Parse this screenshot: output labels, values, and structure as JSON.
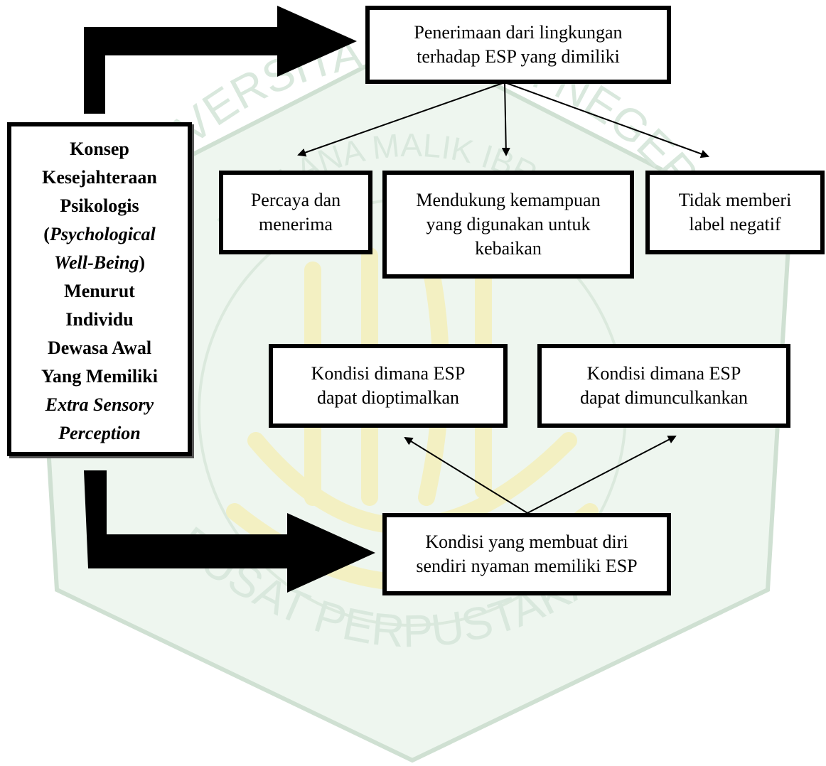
{
  "watermark": {
    "arc_top": "UNIVERSITAS ISLAM NEGERI",
    "arc_inner": "MAULANA MALIK IBRAHIM",
    "bottom": "PUSAT PERPUSTAKAAN",
    "colors": {
      "text": "#d9e8dd",
      "emblem": "#f3f0c2",
      "badge": "#eef6ef"
    }
  },
  "diagram": {
    "concept": {
      "line1": "Konsep",
      "line2": "Kesejahteraan",
      "line3": "Psikologis",
      "line4_open": "(",
      "line4_italic": "Psychological",
      "line5_italic": "Well-Being",
      "line5_close": ")",
      "line6": "Menurut",
      "line7": "Individu",
      "line8": "Dewasa Awal",
      "line9": "Yang Memiliki",
      "line10_italic": "Extra Sensory",
      "line11_italic": "Perception"
    },
    "acceptance": {
      "line1": "Penerimaan dari lingkungan",
      "line2": "terhadap ESP yang dimiliki"
    },
    "believe": {
      "line1": "Percaya dan",
      "line2": "menerima"
    },
    "support": {
      "line1": "Mendukung kemampuan",
      "line2": "yang digunakan untuk",
      "line3": "kebaikan"
    },
    "no_label": {
      "line1": "Tidak memberi",
      "line2": "label negatif"
    },
    "optimize": {
      "line1": "Kondisi dimana ESP",
      "line2": "dapat dioptimalkan"
    },
    "emerge": {
      "line1": "Kondisi dimana ESP",
      "line2": "dapat dimunculkankan"
    },
    "comfort": {
      "line1": "Kondisi yang membuat diri",
      "line2": "sendiri nyaman memiliki ESP"
    }
  }
}
